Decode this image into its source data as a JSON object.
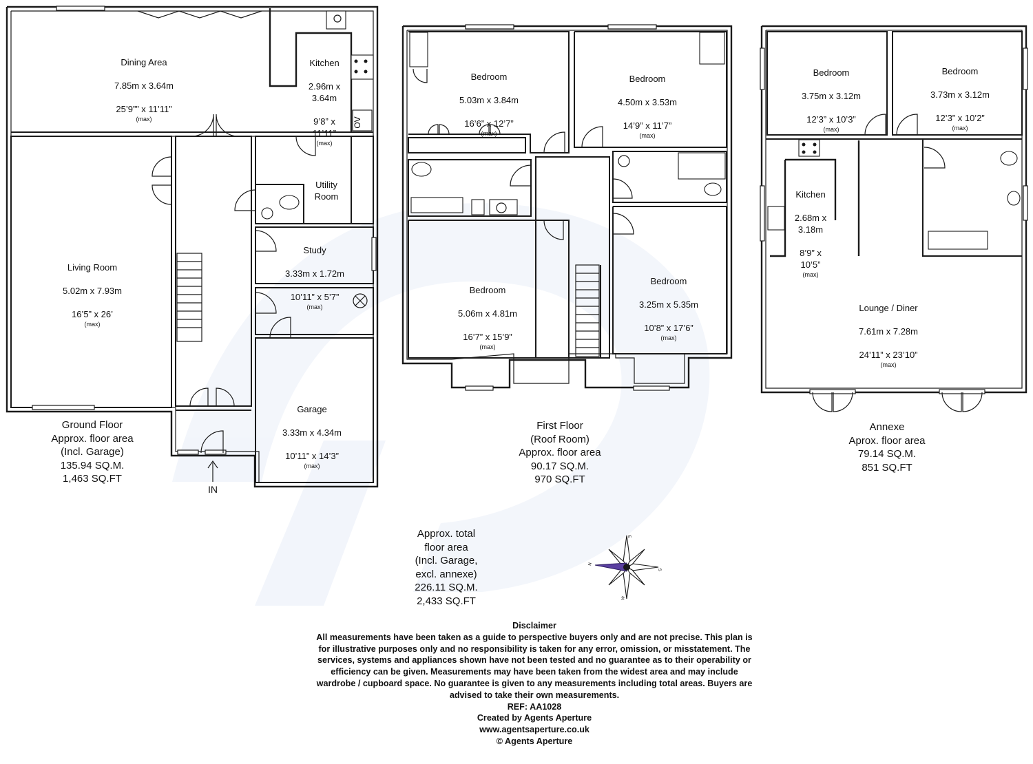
{
  "ground_floor": {
    "rooms": [
      {
        "id": "dining",
        "name": "Dining Area",
        "metric": "7.85m x 3.64m",
        "imperial": "25’9”” x 11’11”",
        "note": "(max)"
      },
      {
        "id": "kitchen",
        "name": "Kitchen",
        "metric": "2.96m x\n3.64m",
        "imperial": "9’8” x\n11’11”",
        "note": "(max)"
      },
      {
        "id": "utility",
        "name": "Utility\nRoom",
        "metric": "",
        "imperial": "",
        "note": ""
      },
      {
        "id": "study",
        "name": "Study",
        "metric": "3.33m x 1.72m",
        "imperial": "10’11” x 5’7”",
        "note": "(max)"
      },
      {
        "id": "living",
        "name": "Living Room",
        "metric": "5.02m x 7.93m",
        "imperial": "16’5” x 26’",
        "note": "(max)"
      },
      {
        "id": "garage",
        "name": "Garage",
        "metric": "3.33m x 4.34m",
        "imperial": "10’11” x 14’3”",
        "note": "(max)"
      }
    ],
    "summary": "Ground Floor\nApprox. floor area\n(Incl. Garage)\n135.94 SQ.M.\n1,463 SQ.FT",
    "entrance_label": "IN",
    "oven_label": "OV"
  },
  "first_floor": {
    "rooms": [
      {
        "id": "bed1",
        "name": "Bedroom",
        "metric": "5.03m x 3.84m",
        "imperial": "16’6” x 12’7”",
        "note": "(max)"
      },
      {
        "id": "bed2",
        "name": "Bedroom",
        "metric": "4.50m x 3.53m",
        "imperial": "14’9” x 11’7”",
        "note": "(max)"
      },
      {
        "id": "bed3",
        "name": "Bedroom",
        "metric": "5.06m x 4.81m",
        "imperial": "16’7” x 15’9”",
        "note": "(max)"
      },
      {
        "id": "bed4",
        "name": "Bedroom",
        "metric": "3.25m x 5.35m",
        "imperial": "10’8” x 17’6”",
        "note": "(max)"
      }
    ],
    "summary": "First Floor\n(Roof Room)\nApprox. floor area\n90.17 SQ.M.\n970 SQ.FT"
  },
  "annexe": {
    "rooms": [
      {
        "id": "abed1",
        "name": "Bedroom",
        "metric": "3.75m x 3.12m",
        "imperial": "12’3” x 10’3”",
        "note": "(max)"
      },
      {
        "id": "abed2",
        "name": "Bedroom",
        "metric": "3.73m x 3.12m",
        "imperial": "12’3” x 10’2”",
        "note": "(max)"
      },
      {
        "id": "akitchen",
        "name": "Kitchen",
        "metric": "2.68m x\n3.18m",
        "imperial": "8’9” x\n10’5”",
        "note": "(max)"
      },
      {
        "id": "lounge",
        "name": "Lounge / Diner",
        "metric": "7.61m x 7.28m",
        "imperial": "24’11” x 23’10”",
        "note": "(max)"
      }
    ],
    "summary": "Annexe\nAprox. floor area\n79.14 SQ.M.\n851  SQ.FT"
  },
  "total": "Approx. total\nfloor area\n(Incl. Garage,\nexcl. annexe)\n226.11 SQ.M.\n2,433 SQ.FT",
  "compass": {
    "n": "N",
    "e": "E",
    "s": "S",
    "w": "W",
    "needle_color": "#5a3fa0"
  },
  "watermark_color": "#e9eef8",
  "disclaimer": {
    "title": "Disclaimer",
    "lines": [
      "All measurements have been taken as a guide to perspective buyers only and are not precise. This plan is",
      "for illustrative purposes only and no responsibility is taken for any error, omission, or misstatement. The",
      "services, systems and appliances shown have not been tested and no guarantee as to their operability or",
      "efficiency can be given. Measurements may have been taken from the widest area and may include",
      "wardrobe / cupboard space. No guarantee is given to any measurements including total areas. Buyers are",
      "advised to take their own measurements."
    ],
    "ref": "REF: AA1028",
    "created_by": "Created by Agents Aperture",
    "website": "www.agentsaperture.co.uk",
    "copyright": "© Agents Aperture"
  }
}
